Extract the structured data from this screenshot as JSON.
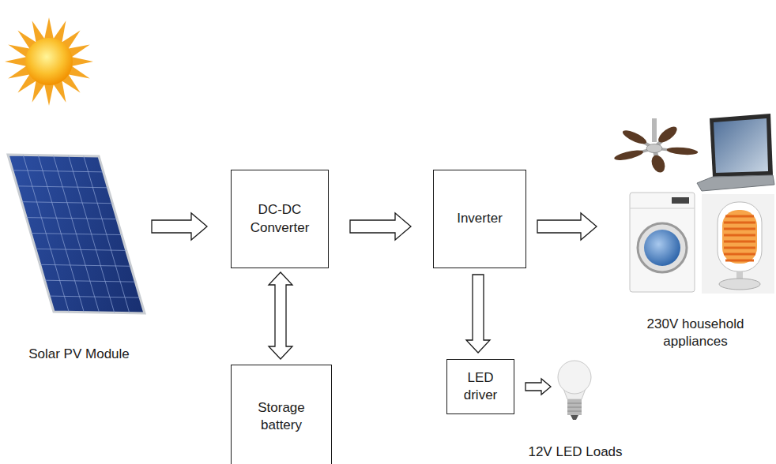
{
  "diagram": {
    "nodes": [
      {
        "text": [
          "Solar PV Module"
        ]
      },
      {
        "text": [
          "DC-DC Converter"
        ]
      },
      {
        "text": [
          "Inverter"
        ]
      },
      {
        "text": [
          "230V household appliances"
        ]
      },
      {
        "text": [
          "Storage battery"
        ]
      },
      {
        "text": [
          "LED driver"
        ]
      },
      {
        "text": [
          "12V LED Loads"
        ]
      }
    ],
    "edges": [
      {
        "from": 0,
        "to": 1,
        "arrow": "to"
      },
      {
        "from": 1,
        "to": 4,
        "arrow": "both"
      },
      {
        "from": 1,
        "to": 2,
        "arrow": "to"
      },
      {
        "from": 2,
        "to": 3,
        "arrow": "to"
      },
      {
        "from": 2,
        "to": 5,
        "arrow": "to"
      },
      {
        "from": 5,
        "to": 6,
        "arrow": "to"
      }
    ]
  }
}
